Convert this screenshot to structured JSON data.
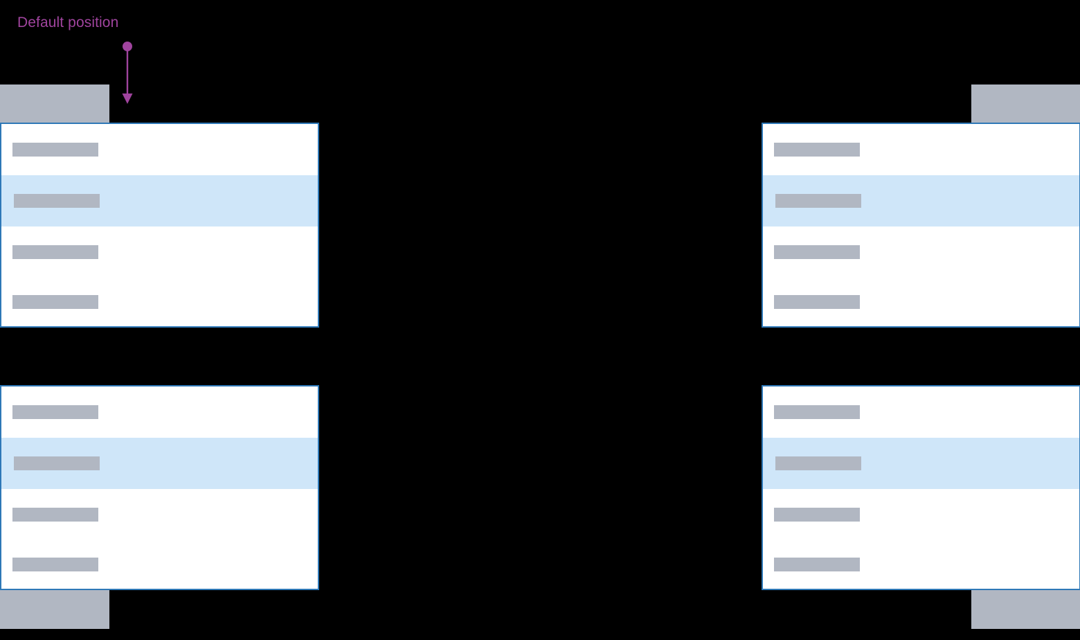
{
  "diagram": {
    "title_annotation": "Default position",
    "background_color": "#000000",
    "accent_color": "#a0449e",
    "panel_border_color": "#2e78b7",
    "panel_background_color": "#ffffff",
    "row_highlight_color": "#cfe6f9",
    "placeholder_bar_color": "#b1b7c2",
    "anchor_color": "#b1b7c2"
  },
  "annotation": {
    "label": "Default position",
    "arrow_icon": "arrow-down-icon",
    "arrow_start_dot": true,
    "points_to": "top-left-anchor"
  },
  "anchors": [
    {
      "id": "top-left",
      "label": "",
      "corner": "top-left"
    },
    {
      "id": "top-right",
      "label": "",
      "corner": "top-right"
    },
    {
      "id": "bottom-left",
      "label": "",
      "corner": "bottom-left"
    },
    {
      "id": "bottom-right",
      "label": "",
      "corner": "bottom-right"
    }
  ],
  "panels": [
    {
      "id": "top-left",
      "position": "below-anchor-left-aligned",
      "rows": [
        {
          "label": "",
          "highlighted": false
        },
        {
          "label": "",
          "highlighted": true
        },
        {
          "label": "",
          "highlighted": false
        },
        {
          "label": "",
          "highlighted": false
        }
      ]
    },
    {
      "id": "top-right",
      "position": "below-anchor-right-aligned",
      "rows": [
        {
          "label": "",
          "highlighted": false
        },
        {
          "label": "",
          "highlighted": true
        },
        {
          "label": "",
          "highlighted": false
        },
        {
          "label": "",
          "highlighted": false
        }
      ]
    },
    {
      "id": "bottom-left",
      "position": "above-anchor-left-aligned",
      "rows": [
        {
          "label": "",
          "highlighted": false
        },
        {
          "label": "",
          "highlighted": true
        },
        {
          "label": "",
          "highlighted": false
        },
        {
          "label": "",
          "highlighted": false
        }
      ]
    },
    {
      "id": "bottom-right",
      "position": "above-anchor-right-aligned",
      "rows": [
        {
          "label": "",
          "highlighted": false
        },
        {
          "label": "",
          "highlighted": true
        },
        {
          "label": "",
          "highlighted": false
        },
        {
          "label": "",
          "highlighted": false
        }
      ]
    }
  ]
}
